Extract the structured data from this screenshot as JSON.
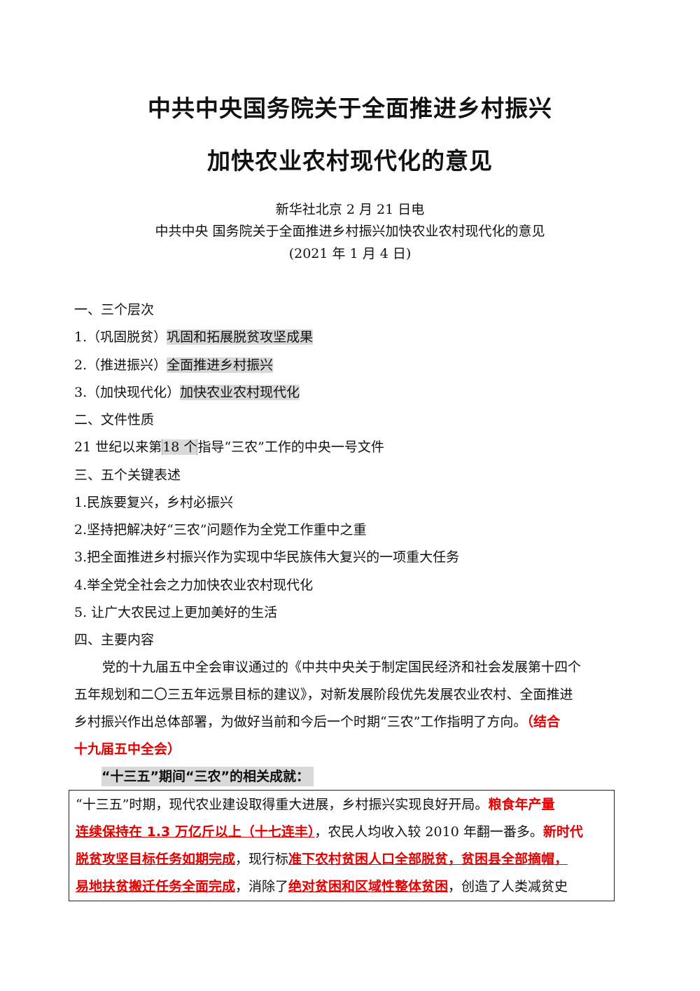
{
  "title": {
    "line1": "中共中央国务院关于全面推进乡村振兴",
    "line2": "加快农业农村现代化的意见"
  },
  "header": {
    "dateline": "新华社北京 2 月 21 日电",
    "full_name": "中共中央 国务院关于全面推进乡村振兴加快农业农村现代化的意见",
    "date": "(2021 年 1 月 4 日)"
  },
  "sections": {
    "s1": {
      "heading": "一、三个层次",
      "items": [
        {
          "prefix": "1.（巩固脱贫）",
          "text": "巩固和拓展脱贫攻坚成果"
        },
        {
          "prefix": "2.（推进振兴）",
          "text": "全面推进乡村振兴"
        },
        {
          "prefix": "3.（加快现代化）",
          "text": "加快农业农村现代化"
        }
      ]
    },
    "s2": {
      "heading": "二、文件性质",
      "pre": "21 世纪以来第",
      "box": "18 个",
      "post": "指导“三农”工作的中央一号文件"
    },
    "s3": {
      "heading": "三、五个关键表述",
      "items": [
        "1.民族要复兴，乡村必振兴",
        "2.坚持把解决好“三农”问题作为全党工作重中之重",
        "3.把全面推进乡村振兴作为实现中华民族伟大复兴的一项重大任务",
        "4.举全党全社会之力加快农业农村现代化",
        "5. 让广大农民过上更加美好的生活"
      ]
    },
    "s4": {
      "heading": "四、主要内容",
      "para": {
        "l1": "党的十九届五中全会审议通过的《中共中央关于制定国民经济和社会发展第十四个",
        "l2": "五年规划和二〇三五年远景目标的建议》，对新发展阶段优先发展农业农村、全面推进",
        "l3a": "乡村振兴作出总体部署，为做好当前和今后一个时期“三农”工作指明了方向。",
        "l3b": "（结合",
        "l4": "十九届五中全会）"
      },
      "subheading": "“十三五”期间“三农”的相关成就：",
      "box": {
        "r1a": "“十三五”时期，现代农业建设取得重大进展，乡村振兴实现良好开局。",
        "r1b": "粮食年产量",
        "r2a": "连续保持在 1.3 万亿斤以上（十七连丰）",
        "r2b": "，农民人均收入较 2010 年翻一番多。",
        "r2c": "新时代",
        "r3a": "脱贫攻坚目标任务如期完成",
        "r3b": "，现行标",
        "r3c": "准下农村贫困人口全部脱贫，贫困县全部摘帽，",
        "r4a": "易地扶贫搬迁任务全面完成",
        "r4b": "，消除了",
        "r4c": "绝对贫困和区域性整体贫困",
        "r4d": "，创造了人类减贫史"
      }
    }
  },
  "colors": {
    "emphasis_red": "#e30000",
    "highlight_gray": "#d9d9d9"
  }
}
